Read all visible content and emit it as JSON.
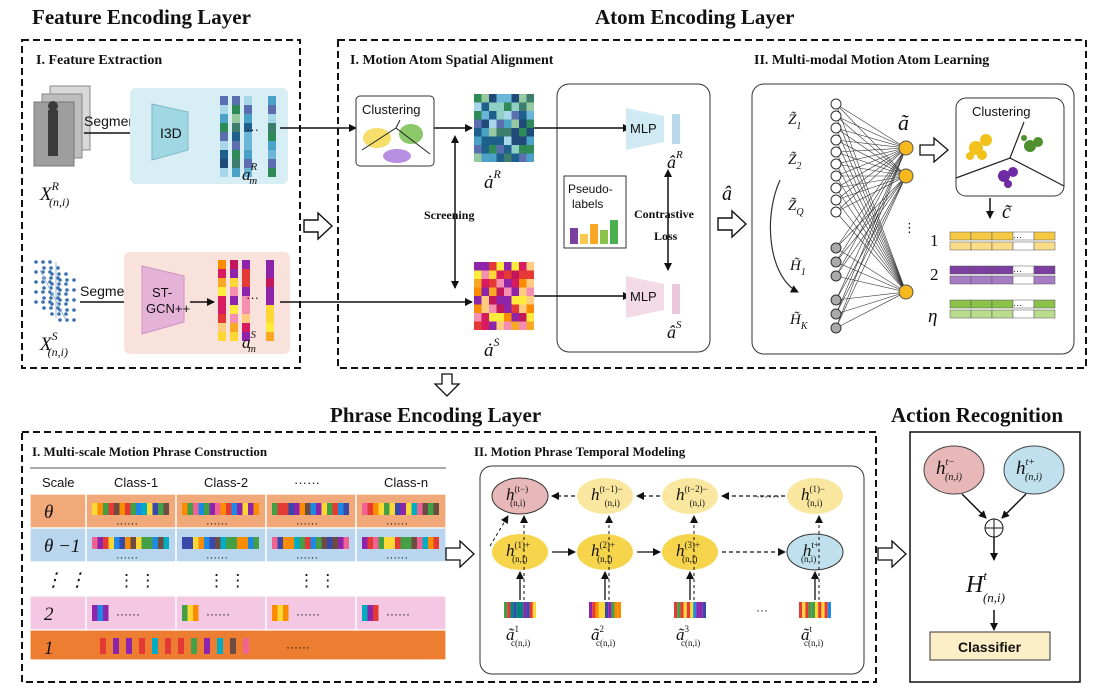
{
  "layers": {
    "feature": "Feature Encoding Layer",
    "atom": "Atom Encoding Layer",
    "phrase": "Phrase Encoding Layer",
    "action": "Action Recognition"
  },
  "feature": {
    "section": "I. Feature Extraction",
    "segment_r": "Segment",
    "segment_s": "Segment",
    "i3d": "I3D",
    "stgcn_1": "ST-",
    "stgcn_2": "GCN++",
    "dots": "···",
    "x_r": "X",
    "x_r_sup": "R",
    "x_r_sub": "(n,i)",
    "x_s": "X",
    "x_s_sup": "S",
    "x_s_sub": "(n,i)",
    "a_r": "a",
    "a_r_sup": "R",
    "a_r_sub": "m",
    "a_s": "a",
    "a_s_sup": "S",
    "a_s_sub": "m"
  },
  "alignment": {
    "section": "I. Motion Atom Spatial Alignment",
    "clustering": "Clustering",
    "screening": "Screening",
    "a_dot_r": "ȧ",
    "a_dot_r_sup": "R",
    "a_dot_s": "ȧ",
    "a_dot_s_sup": "S",
    "mlp_top": "MLP",
    "mlp_bottom": "MLP",
    "pseudo_1": "Pseudo-",
    "pseudo_2": "labels",
    "contrastive_1": "Contrastive",
    "contrastive_2": "Loss",
    "a_hat_r": "â",
    "a_hat_r_sup": "R",
    "a_hat_s": "â",
    "a_hat_s_sup": "S",
    "a_hat": "â"
  },
  "multimodal": {
    "section": "II. Multi-modal Motion Atom Learning",
    "clustering": "Clustering",
    "z1": "Z̃",
    "z1_sub": "1",
    "z2": "Z̃",
    "z2_sub": "2",
    "zq": "Z̃",
    "zq_sub": "Q",
    "h1": "H̃",
    "h1_sub": "1",
    "hk": "H̃",
    "hk_sub": "K",
    "a_tilde": "ã",
    "c_tilde": "c̃",
    "row1": "1",
    "row2": "2",
    "row_eta": "η",
    "dots": "···"
  },
  "phrase": {
    "section1": "I. Multi-scale Motion Phrase Construction",
    "section2": "II. Motion Phrase Temporal Modeling",
    "headers": [
      "Scale",
      "Class-1",
      "Class-2",
      "······",
      "Class-n"
    ],
    "scales": [
      "θ",
      "θ −1",
      "⋮ ⋮",
      "2",
      "1"
    ],
    "cell_dots": "······",
    "h_top": [
      "h",
      "h",
      "h",
      "h"
    ],
    "h_top_sup": [
      "(t−)",
      "(t−1)−",
      "(t−2)−",
      "(1)−"
    ],
    "h_bot": [
      "h",
      "h",
      "h",
      "h"
    ],
    "h_bot_sup": [
      "(1)+",
      "(2)+",
      "(3)+",
      "t+"
    ],
    "h_sub": "(n,i)",
    "inputs": [
      "ã",
      "ã",
      "ã",
      "ã"
    ],
    "inputs_sup": [
      "1",
      "2",
      "3",
      "t"
    ],
    "inputs_sub": "c(n,i)",
    "ellipsis": "······",
    "input_dots": "···"
  },
  "action": {
    "h_minus": "h",
    "h_minus_sup": "t−",
    "h_plus": "h",
    "h_plus_sup": "t+",
    "h_sub": "(n,i)",
    "H": "H",
    "H_sup": "t",
    "H_sub": "(n,i)",
    "classifier": "Classifier"
  }
}
